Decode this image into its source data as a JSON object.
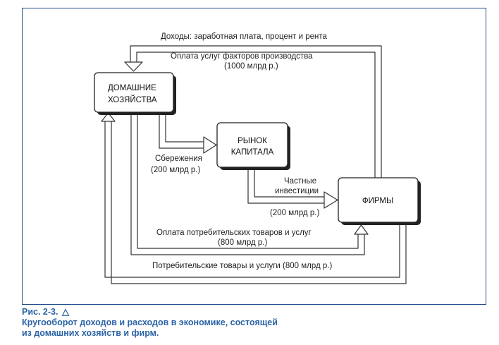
{
  "diagram": {
    "boxes": {
      "households": [
        "ДОМАШНИЕ",
        "ХОЗЯЙСТВА"
      ],
      "capital_market": [
        "РЫНОК",
        "КАПИТАЛА"
      ],
      "firms": "ФИРМЫ"
    },
    "labels": {
      "income": "Доходы: заработная плата, процент и рента",
      "factor_payment": "Оплата услуг факторов производства",
      "factor_amount": "(1000 млрд р.)",
      "savings": "Сбережения",
      "savings_amount": "(200 млрд р.)",
      "private_investment_1": "Частные",
      "private_investment_2": "инвестиции",
      "investment_amount": "(200 млрд р.)",
      "consumer_payment": "Оплата потребительских товаров и услуг",
      "consumer_payment_amount": "(800 млрд р.)",
      "consumer_goods": "Потребительские товары и услуги (800 млрд р.)"
    }
  },
  "caption": {
    "number": "Рис. 2-3.",
    "icon": "triangle-icon",
    "line1": "Кругооборот доходов и расходов в экономике, состоящей",
    "line2": "из домашних хозяйств и фирм."
  }
}
